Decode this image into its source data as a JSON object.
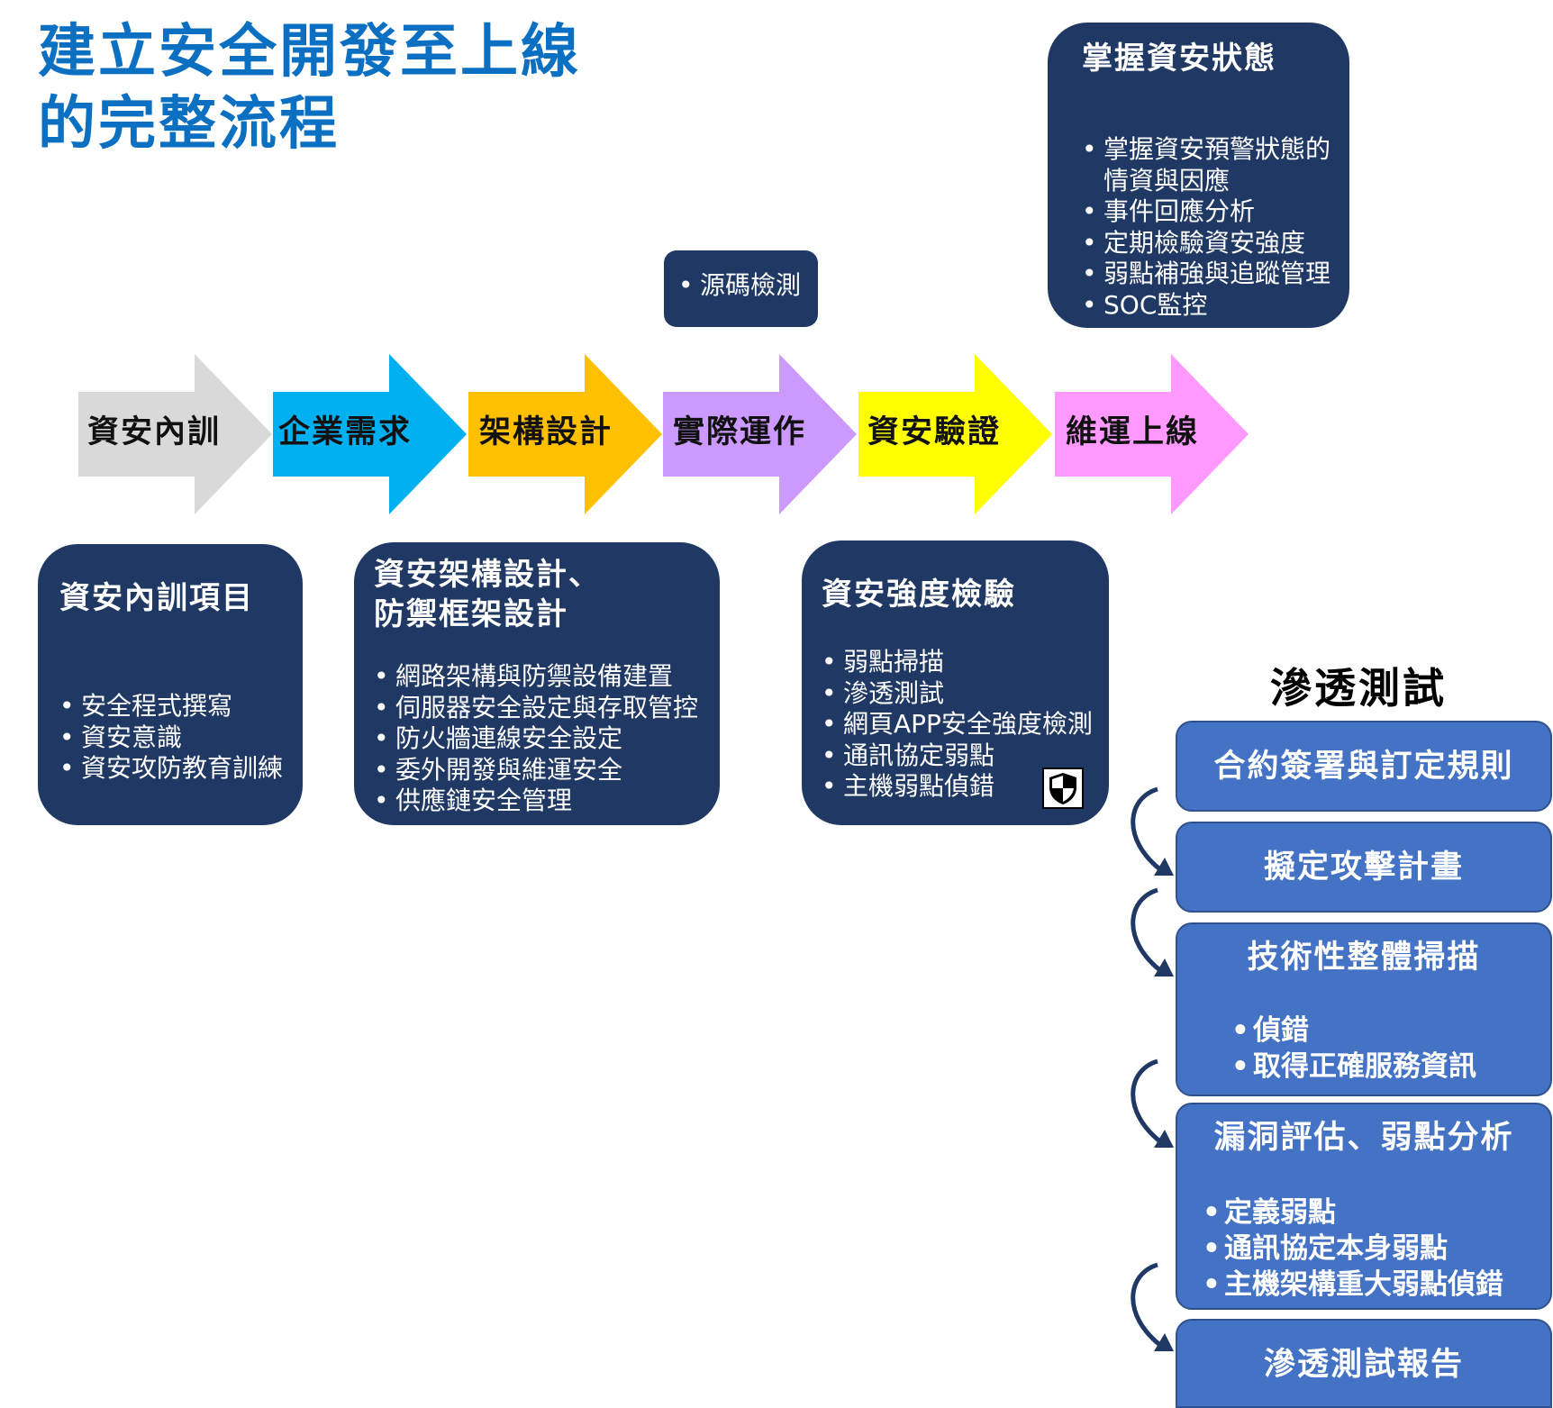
{
  "title": {
    "line1": "建立安全開發至上線",
    "line2": "的完整流程"
  },
  "status_box": {
    "heading": "掌握資安狀態",
    "items": [
      "掌握資安預警狀態的",
      "情資與因應",
      "事件回應分析",
      "定期檢驗資安強度",
      "弱點補強與追蹤管理",
      "SOC監控"
    ]
  },
  "source_box": {
    "item": "源碼檢測"
  },
  "steps": [
    {
      "label": "資安內訓",
      "color": "#d9d9d9"
    },
    {
      "label": "企業需求",
      "color": "#00b0f0"
    },
    {
      "label": "架構設計",
      "color": "#ffc000"
    },
    {
      "label": "實際運作",
      "color": "#cc99ff"
    },
    {
      "label": "資安驗證",
      "color": "#ffff00"
    },
    {
      "label": "維運上線",
      "color": "#ff99ff"
    }
  ],
  "training_box": {
    "heading": "資安內訓項目",
    "items": [
      "安全程式撰寫",
      "資安意識",
      "資安攻防教育訓練"
    ]
  },
  "architecture_box": {
    "heading_line1": "資安架構設計、",
    "heading_line2": "防禦框架設計",
    "items": [
      "網路架構與防禦設備建置",
      "伺服器安全設定與存取管控",
      "防火牆連線安全設定",
      "委外開發與維運安全",
      "供應鏈安全管理"
    ]
  },
  "strength_box": {
    "heading": "資安強度檢驗",
    "items": [
      "弱點掃描",
      "滲透測試",
      "網頁APP安全強度檢測",
      "通訊協定弱點",
      "主機弱點偵錯"
    ]
  },
  "pentest": {
    "title": "滲透測試",
    "steps": [
      {
        "heading": "合約簽署與訂定規則",
        "items": []
      },
      {
        "heading": "擬定攻擊計畫",
        "items": []
      },
      {
        "heading": "技術性整體掃描",
        "items": [
          "偵錯",
          "取得正確服務資訊"
        ]
      },
      {
        "heading": "漏洞評估、弱點分析",
        "items": [
          "定義弱點",
          "通訊協定本身弱點",
          "主機架構重大弱點偵錯"
        ]
      },
      {
        "heading": "滲透測試報告",
        "items": []
      }
    ]
  },
  "colors": {
    "title": "#0b6fc2",
    "dark_box": "#1f3864",
    "pentest_box": "#4472c4"
  }
}
